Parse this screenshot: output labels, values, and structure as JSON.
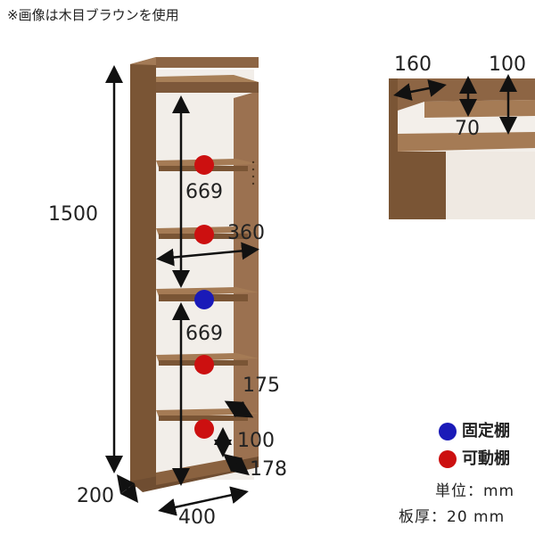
{
  "note": "※画像は木目ブラウンを使用",
  "dimensions": {
    "height_total": "1500",
    "depth": "200",
    "width": "400",
    "inner_width": "360",
    "upper_span": "669",
    "lower_span": "669",
    "shelf_gap_175": "175",
    "bottom_100": "100",
    "bottom_178": "178",
    "top_160": "160",
    "top_100": "100",
    "top_70": "70"
  },
  "legend": {
    "fixed": {
      "label": "固定棚",
      "color": "#1a1ab8"
    },
    "movable": {
      "label": "可動棚",
      "color": "#cc1010"
    }
  },
  "units": {
    "unit": "単位：mm",
    "thickness": "板厚：20 mm"
  },
  "colors": {
    "wood": "#8a6240",
    "wood_dark": "#5e3f26",
    "wood_light": "#a57b55",
    "interior": "#f3efea"
  }
}
